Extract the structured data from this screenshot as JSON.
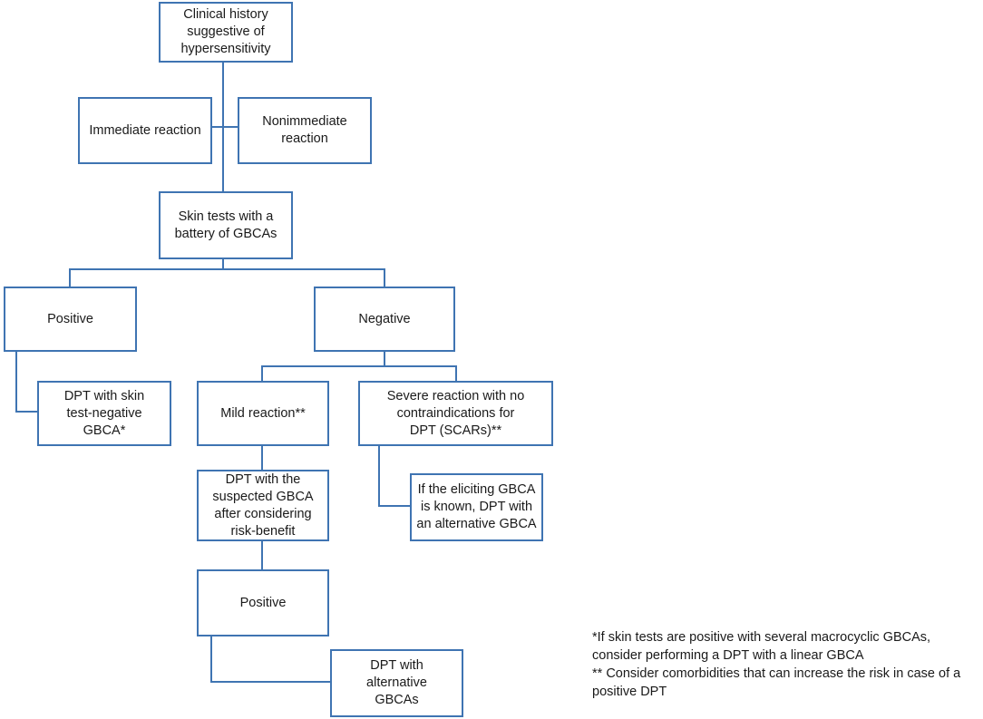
{
  "nodes": {
    "clinical_history": "Clinical history suggestive of hypersensitivity",
    "immediate_reaction": "Immediate reaction",
    "nonimmediate_reaction": "Nonimmediate reaction",
    "skin_tests": "Skin tests with a battery of GBCAs",
    "positive_1": "Positive",
    "negative": "Negative",
    "dpt_skin_test_negative": "DPT with skin test-negative GBCA*",
    "mild_reaction": "Mild reaction**",
    "severe_reaction": "Severe reaction with no contraindications for DPT (SCARs)**",
    "dpt_suspected": "DPT with the suspected GBCA after considering risk-benefit",
    "eliciting_known": "If the eliciting GBCA is known, DPT with an alternative GBCA",
    "positive_2": "Positive",
    "dpt_alternative": "DPT with alternative GBCAs"
  },
  "footnotes": {
    "note_1": "*If skin tests are positive with several macrocyclic GBCAs, consider performing a DPT with a linear GBCA",
    "note_2": "** Consider comorbidities that can increase the risk in case of a positive DPT"
  },
  "colors": {
    "line": "#3f74b2",
    "text": "#1a1a1a"
  }
}
